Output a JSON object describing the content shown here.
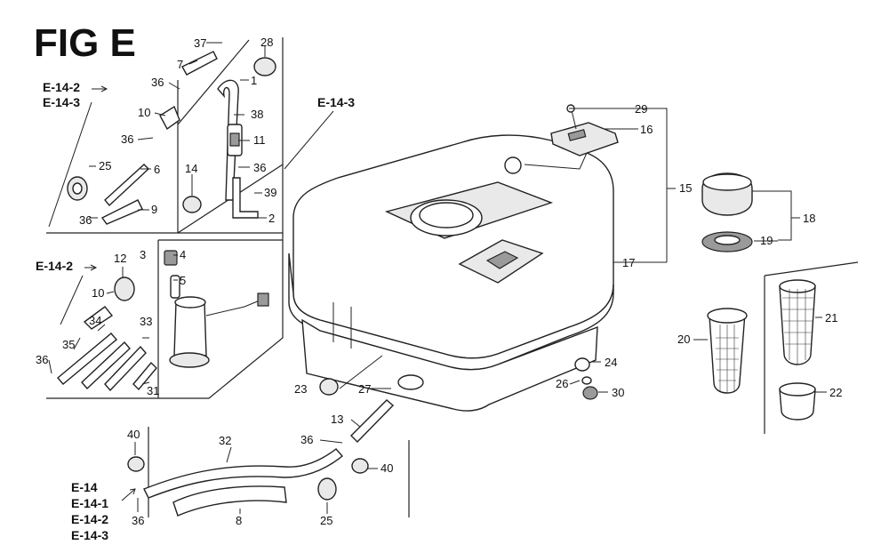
{
  "figure": {
    "title": "FIG E"
  },
  "refs": {
    "e14": "E-14",
    "e14_1": "E-14-1",
    "e14_2": "E-14-2",
    "e14_3": "E-14-3"
  },
  "parts": {
    "p1": "1",
    "p2": "2",
    "p3": "3",
    "p4": "4",
    "p5": "5",
    "p6": "6",
    "p7": "7",
    "p8": "8",
    "p9": "9",
    "p10": "10",
    "p11": "11",
    "p12": "12",
    "p13": "13",
    "p14": "14",
    "p15": "15",
    "p16": "16",
    "p17": "17",
    "p18": "18",
    "p19": "19",
    "p20": "20",
    "p21": "21",
    "p22": "22",
    "p23": "23",
    "p24": "24",
    "p25": "25",
    "p26": "26",
    "p27": "27",
    "p28": "28",
    "p29": "29",
    "p30": "30",
    "p31": "31",
    "p32": "32",
    "p33": "33",
    "p34": "34",
    "p35": "35",
    "p36": "36",
    "p37": "37",
    "p38": "38",
    "p39": "39",
    "p40": "40"
  }
}
